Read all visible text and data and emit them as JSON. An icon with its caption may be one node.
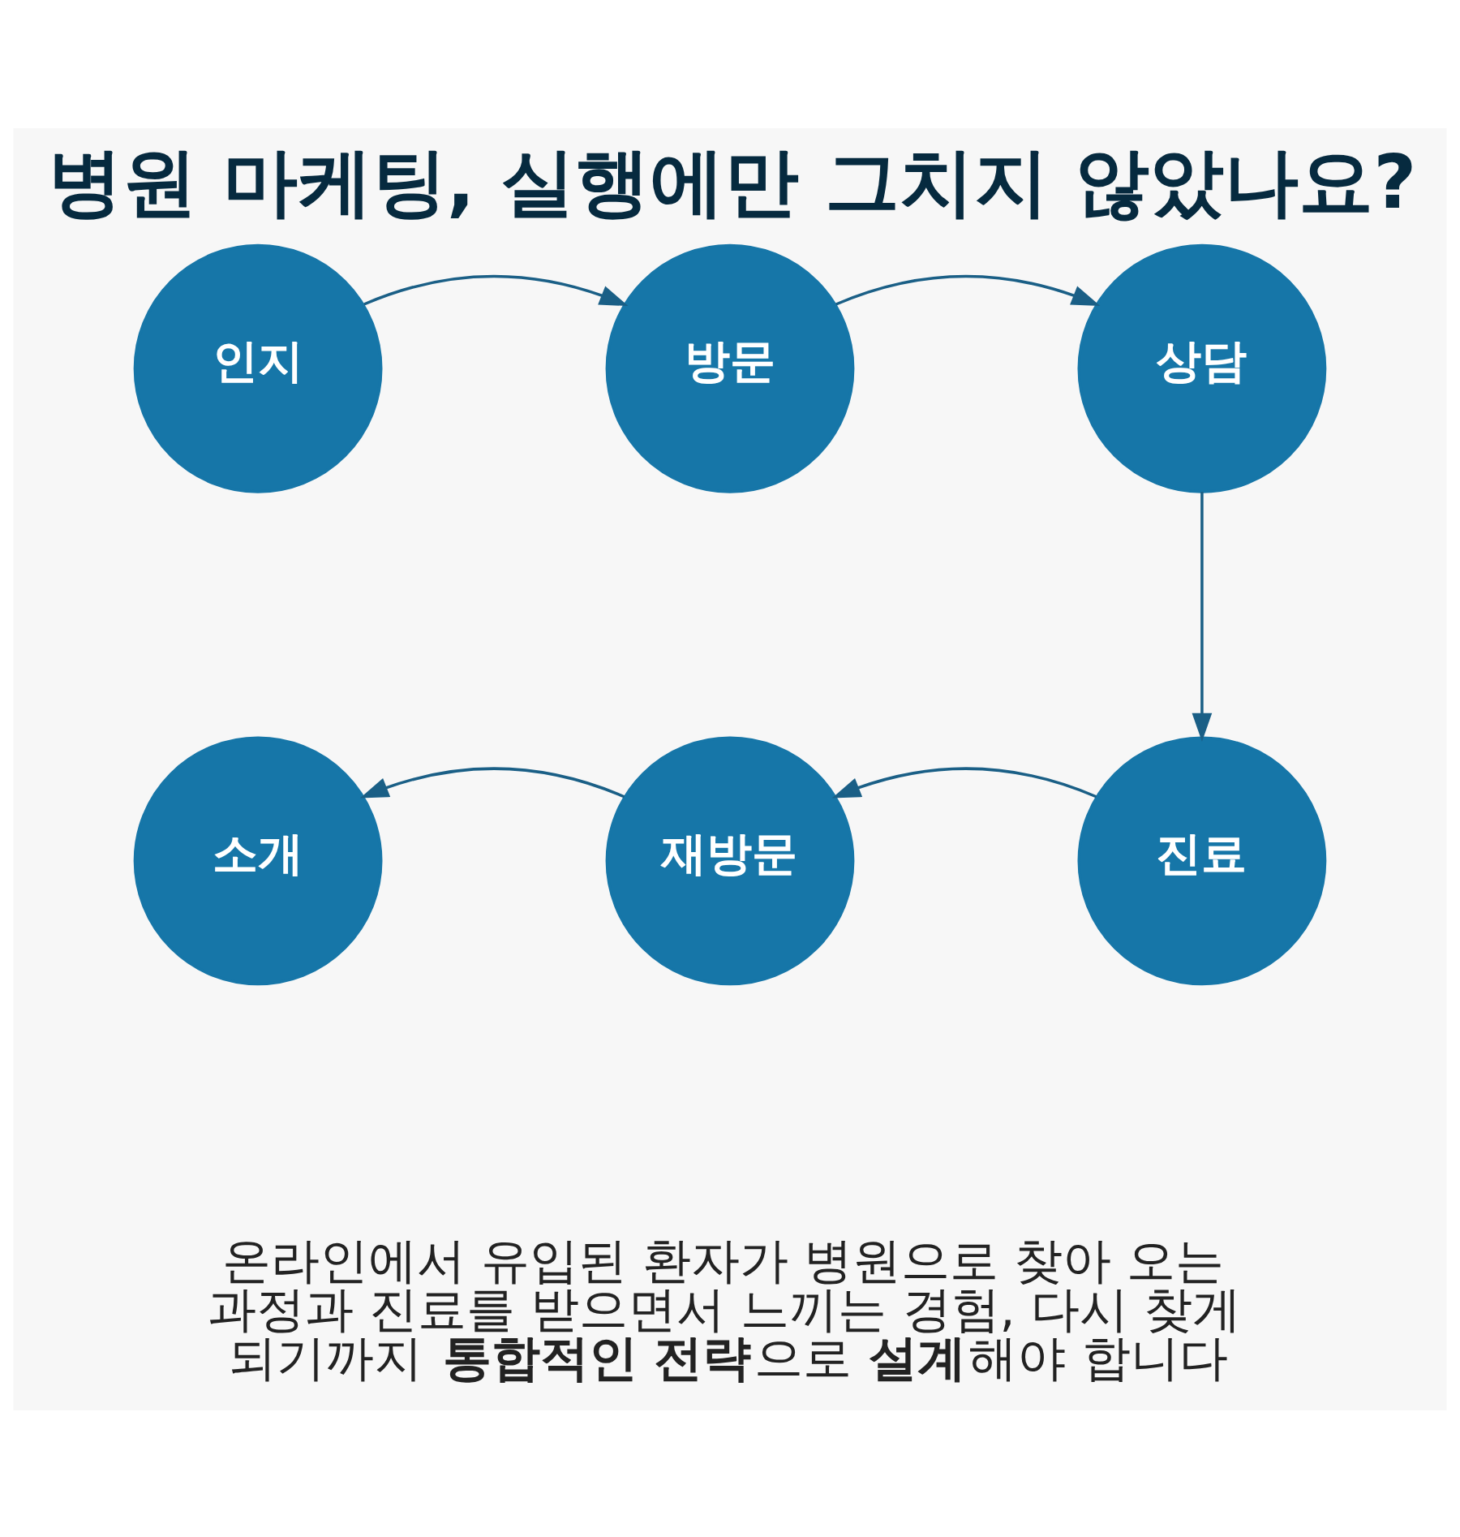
{
  "diagram": {
    "title": "병원 마케팅, 실행에만 그치지 않았나요?",
    "nodes": [
      {
        "text": [
          "인지"
        ]
      },
      {
        "text": [
          "방문"
        ]
      },
      {
        "text": [
          "상담"
        ]
      },
      {
        "text": [
          "소개"
        ]
      },
      {
        "text": [
          "재방문"
        ]
      },
      {
        "text": [
          "진료"
        ]
      }
    ],
    "edges": [
      {
        "from": 0,
        "to": 1,
        "arrow": "to"
      },
      {
        "from": 1,
        "to": 2,
        "arrow": "to"
      },
      {
        "from": 2,
        "to": 5,
        "arrow": "to"
      },
      {
        "from": 5,
        "to": 4,
        "arrow": "to"
      },
      {
        "from": 4,
        "to": 3,
        "arrow": "to"
      }
    ],
    "labels": [
      "온라인에서 유입된 환자가 병원으로 찾아 오는 과정과 진료를 받으면서 느끼는 경험, 다시 찾게 되기까지 **통합적인 전략**으로 **설계**해야 합니다"
    ]
  }
}
